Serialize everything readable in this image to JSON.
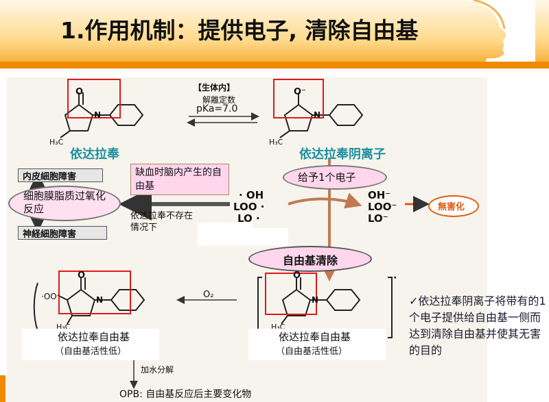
{
  "header": {
    "title": "1.作用机制：提供电子, 清除自由基"
  },
  "diagram": {
    "in_vivo_label": "【生体内】",
    "dissociation_label": "解離定数",
    "pka_label": "pKa=7.0",
    "edaravone_label": "依达拉奉",
    "edaravone_anion_label": "依达拉奉阴离子",
    "h3c_label": "H₃C",
    "oxygen_label": "O",
    "anion_oxygen_label": "O⁻",
    "nitrogen_label": "N",
    "left_box_top": "内皮細胞障害",
    "left_box_bottom": "神経細胞障害",
    "lipid_peroxidation": "细胞膜脂质过氧化反应",
    "ischemia_radicals": "缺血时脑内产生的自由基",
    "without_edaravone": "依达拉奉不存在情况下",
    "give_electron": "给予1个电子",
    "radicals_left": [
      "· OH",
      "LOO ·",
      "LO ·"
    ],
    "radicals_right": [
      "OH⁻",
      "LOO⁻",
      "LO⁻"
    ],
    "harmless": "無害化",
    "scavenging": "自由基清除",
    "o2_label": "O₂",
    "oo_label": "·OO",
    "radical_dot": "·",
    "edaravone_radical_left": "依达拉奉自由基",
    "edaravone_radical_left_sub": "（自由基活性低）",
    "edaravone_radical_right": "依达拉奉自由基",
    "edaravone_radical_right_sub": "（自由基活性低）",
    "hydrolysis": "加水分解",
    "opb_label": "OPB: 自由基反应后主要变化物"
  },
  "note": {
    "text": "✓依达拉奉阴离子将带有的1个电子提供给自由基一侧而达到清除自由基并使其无害的目的"
  },
  "colors": {
    "header_orange": "#f08a00",
    "highlight_red": "#e0181a",
    "label_teal": "#1a8fa0",
    "pink": "#ffd6ec",
    "arrow_brown": "#c07a50"
  }
}
